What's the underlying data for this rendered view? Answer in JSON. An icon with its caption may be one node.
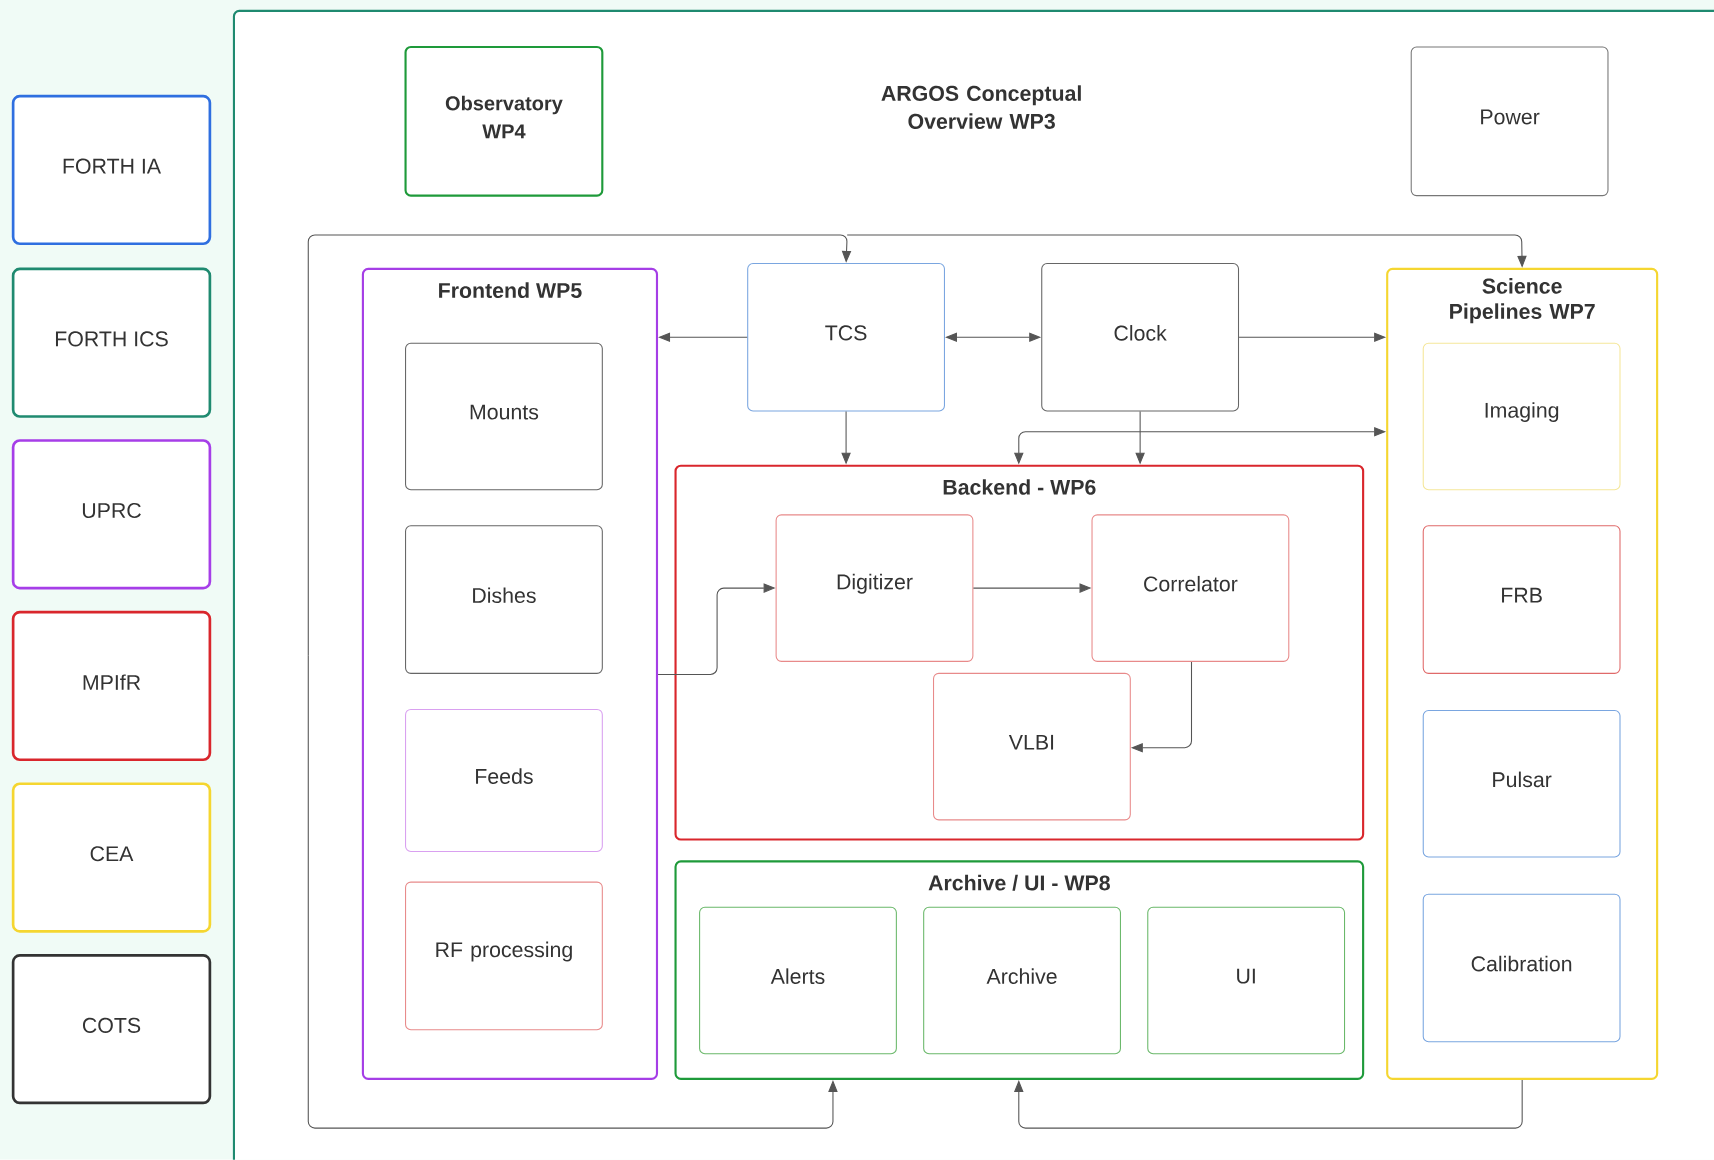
{
  "diagram": {
    "nodes": [
      {
        "text": [
          "ARGOS Conceptual Overview WP3"
        ]
      },
      {
        "text": [
          "Observatory WP4"
        ],
        "in": 0
      },
      {
        "text": [
          "Power"
        ],
        "in": 0
      },
      {
        "text": [
          "Frontend WP5"
        ],
        "in": 0
      },
      {
        "text": [
          "Mounts"
        ],
        "in": 3
      },
      {
        "text": [
          "Dishes"
        ],
        "in": 3
      },
      {
        "text": [
          "Feeds"
        ],
        "in": 3
      },
      {
        "text": [
          "RF processing"
        ],
        "in": 3
      },
      {
        "text": [
          "TCS"
        ],
        "in": 0
      },
      {
        "text": [
          "Clock"
        ],
        "in": 0
      },
      {
        "text": [
          "Science Pipelines WP7"
        ],
        "in": 0
      },
      {
        "text": [
          "Imaging"
        ],
        "in": 10
      },
      {
        "text": [
          "FRB"
        ],
        "in": 10
      },
      {
        "text": [
          "Pulsar"
        ],
        "in": 10
      },
      {
        "text": [
          "Calibration"
        ],
        "in": 10
      },
      {
        "text": [
          "Backend - WP6"
        ],
        "in": 0
      },
      {
        "text": [
          "Digitizer"
        ],
        "in": 15
      },
      {
        "text": [
          "Correlator"
        ],
        "in": 15
      },
      {
        "text": [
          "VLBI"
        ],
        "in": 15
      },
      {
        "text": [
          "Archive / UI - WP8"
        ],
        "in": 0
      },
      {
        "text": [
          "Alerts"
        ],
        "in": 19
      },
      {
        "text": [
          "Archive"
        ],
        "in": 19
      },
      {
        "text": [
          "UI"
        ],
        "in": 19
      }
    ],
    "edges": [
      {
        "from": null,
        "to": 8,
        "arrow": "to"
      },
      {
        "from": null,
        "to": 10,
        "arrow": "to"
      },
      {
        "from": null,
        "to": 19,
        "arrow": "to"
      },
      {
        "from": 10,
        "to": 19,
        "arrow": "to"
      },
      {
        "from": 8,
        "to": 3,
        "arrow": "to"
      },
      {
        "from": 8,
        "to": 9,
        "arrow": "both"
      },
      {
        "from": 9,
        "to": 10,
        "arrow": "to"
      },
      {
        "from": 8,
        "to": 15,
        "arrow": "to"
      },
      {
        "from": 9,
        "to": 15,
        "arrow": "to"
      },
      {
        "from": 15,
        "to": 10,
        "arrow": "both"
      },
      {
        "from": 3,
        "to": 16,
        "arrow": "to"
      },
      {
        "from": 16,
        "to": 17,
        "arrow": "to"
      },
      {
        "from": 17,
        "to": 18,
        "arrow": "to"
      }
    ],
    "legend": [
      {
        "text": "FORTH IA",
        "color": "#2f6fe0"
      },
      {
        "text": "FORTH ICS",
        "color": "#1f8a70"
      },
      {
        "text": "UPRC",
        "color": "#a63ee8"
      },
      {
        "text": "MPIfR",
        "color": "#d9262c"
      },
      {
        "text": "CEA",
        "color": "#f5d630"
      },
      {
        "text": "COTS",
        "color": "#333333"
      }
    ]
  }
}
